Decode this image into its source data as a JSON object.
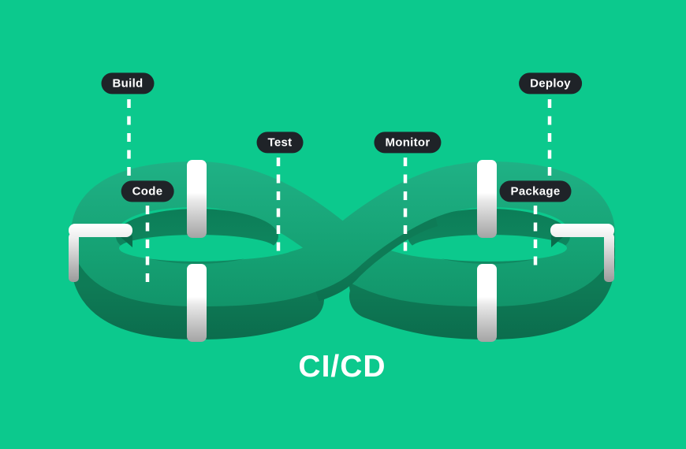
{
  "title": "CI/CD",
  "labels": {
    "build": "Build",
    "code": "Code",
    "test": "Test",
    "monitor": "Monitor",
    "deploy": "Deploy",
    "package": "Package"
  },
  "stages": [
    {
      "label": "Code",
      "side": "left-ring"
    },
    {
      "label": "Build",
      "side": "left-ring"
    },
    {
      "label": "Test",
      "side": "center-left"
    },
    {
      "label": "Monitor",
      "side": "center-right"
    },
    {
      "label": "Package",
      "side": "right-ring"
    },
    {
      "label": "Deploy",
      "side": "right-ring"
    }
  ],
  "colors": {
    "background": "#0CC98D",
    "loop_top_light": "#20B286",
    "loop_top_dark": "#0F8A62",
    "loop_side_dark": "#0A5F44",
    "inner_wall": "#0D8058",
    "marker_white": "#FFFFFF",
    "marker_gray": "#A4A4A4",
    "label_pill": "#1F2328",
    "label_text": "#FFFFFF",
    "title_text": "#FFFFFF"
  }
}
